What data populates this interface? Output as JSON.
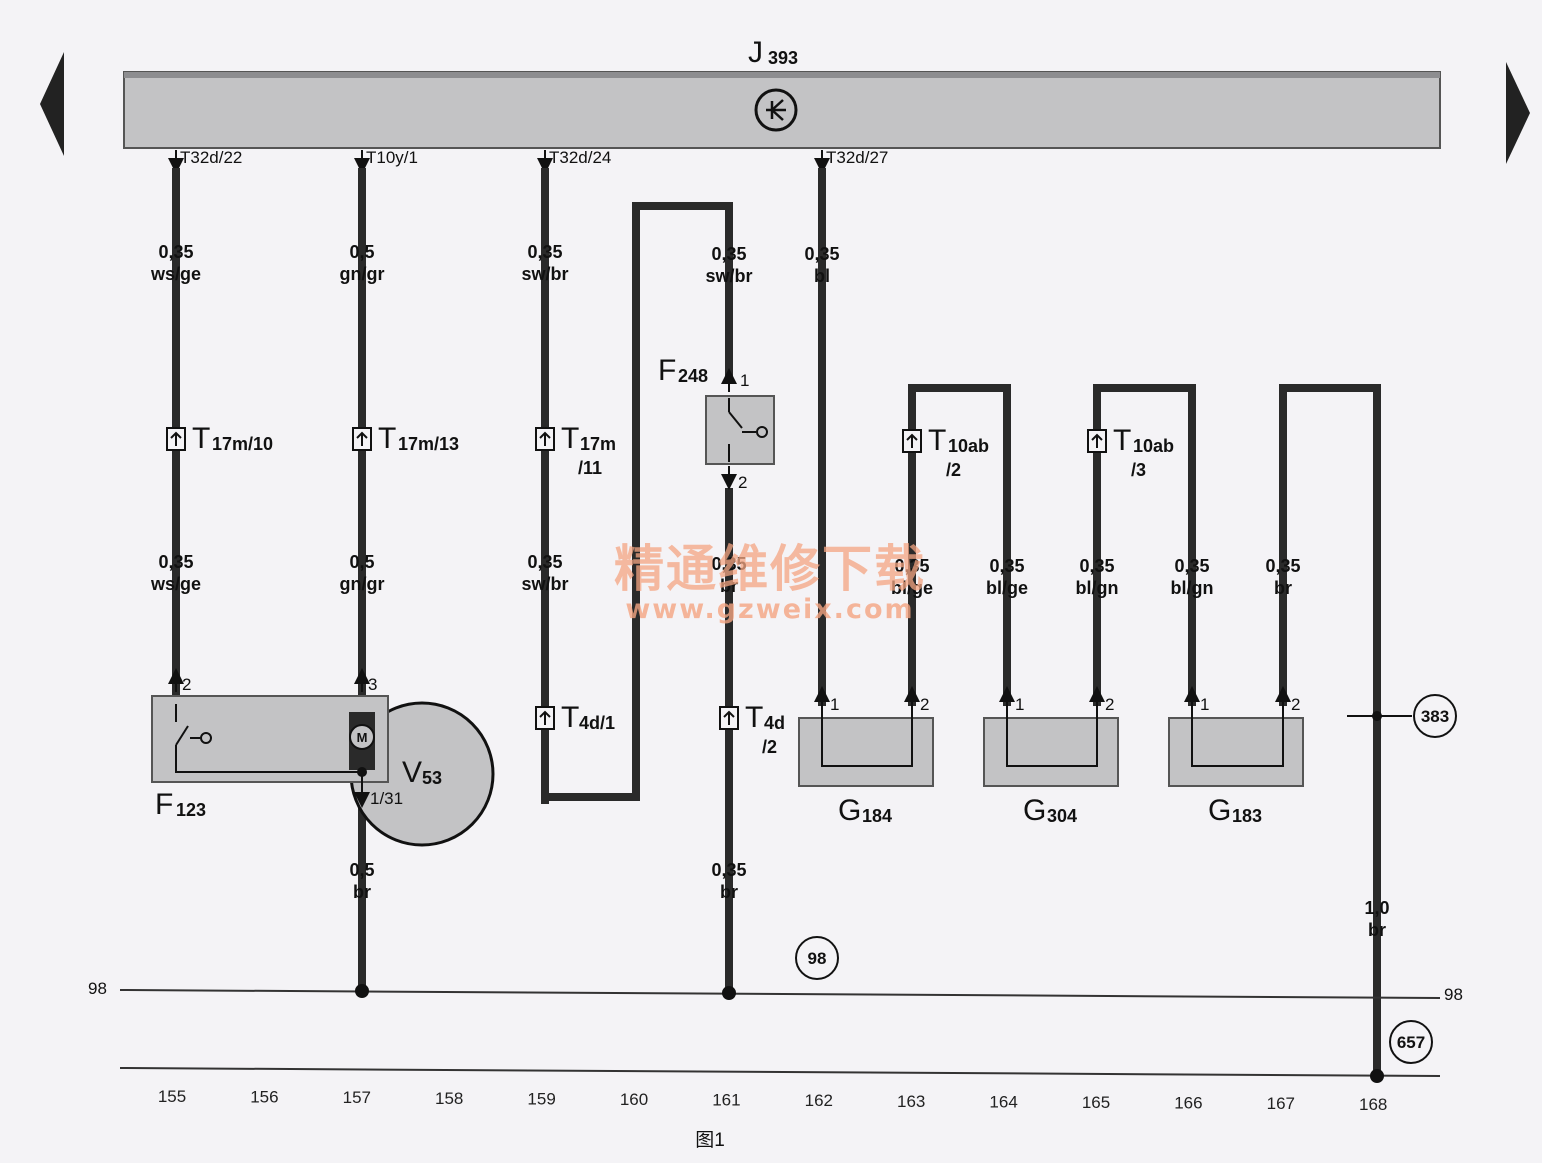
{
  "control_unit": {
    "letter": "J",
    "sub": "393"
  },
  "top_pins": [
    "T32d/22",
    "T10y/1",
    "T32d/24",
    "T32d/27"
  ],
  "wire_labels": {
    "w155_top": [
      "0,35",
      "ws/ge"
    ],
    "w157_top": [
      "0,5",
      "gn/gr"
    ],
    "w159_top": [
      "0,35",
      "sw/br"
    ],
    "w161_top": [
      "0,35",
      "sw/br"
    ],
    "w162_top": [
      "0,35",
      "bl"
    ],
    "w155_bot": [
      "0,35",
      "ws/ge"
    ],
    "w157_bot": [
      "0,5",
      "gn/gr"
    ],
    "w159_bot": [
      "0,35",
      "sw/br"
    ],
    "w161_bot": [
      "0,35",
      "br"
    ],
    "w163_bot": [
      "0,35",
      "bl/ge"
    ],
    "w164_bot": [
      "0,35",
      "bl/ge"
    ],
    "w165_bot": [
      "0,35",
      "bl/gn"
    ],
    "w166_bot": [
      "0,35",
      "bl/gn"
    ],
    "w167_bot": [
      "0,35",
      "br"
    ],
    "w157_gnd": [
      "0,5",
      "br"
    ],
    "w161_gnd": [
      "0,35",
      "br"
    ],
    "w168_gnd": [
      "1,0",
      "br"
    ]
  },
  "connectors": {
    "c155": {
      "main": "T",
      "sub": "17m/10",
      "sub2": ""
    },
    "c157": {
      "main": "T",
      "sub": "17m/13",
      "sub2": ""
    },
    "c159": {
      "main": "T",
      "sub": "17m",
      "sub2": "/11"
    },
    "c159b": {
      "main": "T",
      "sub": "4d/1",
      "sub2": ""
    },
    "c161": {
      "main": "T",
      "sub": "4d",
      "sub2": "/2"
    },
    "c163": {
      "main": "T",
      "sub": "10ab",
      "sub2": "/2"
    },
    "c165": {
      "main": "T",
      "sub": "10ab",
      "sub2": "/3"
    }
  },
  "components": {
    "F123": {
      "letter": "F",
      "sub": "123"
    },
    "V53": {
      "letter": "V",
      "sub": "53",
      "pin": "1/31"
    },
    "F248": {
      "letter": "F",
      "sub": "248"
    },
    "G184": {
      "letter": "G",
      "sub": "184"
    },
    "G304": {
      "letter": "G",
      "sub": "304"
    },
    "G183": {
      "letter": "G",
      "sub": "183"
    }
  },
  "pins": {
    "f123": "2",
    "v53": "3",
    "f248_top": "1",
    "f248_bot": "2",
    "g184_1": "1",
    "g184_2": "2",
    "g304_1": "1",
    "g304_2": "2",
    "g183_1": "1",
    "g183_2": "2"
  },
  "refs": {
    "r383": "383",
    "r98": "98",
    "r657": "657"
  },
  "ground_labels": {
    "left": "98",
    "right": "98"
  },
  "ruler": [
    "155",
    "156",
    "157",
    "158",
    "159",
    "160",
    "161",
    "162",
    "163",
    "164",
    "165",
    "166",
    "167",
    "168"
  ],
  "caption": "图1",
  "watermark": {
    "cn": "精通维修下载",
    "url": "www.gzweix.com"
  },
  "colors": {
    "box_fill": "#c3c3c5",
    "wire": "#2a2a2a",
    "watermark": "#f4a582"
  }
}
